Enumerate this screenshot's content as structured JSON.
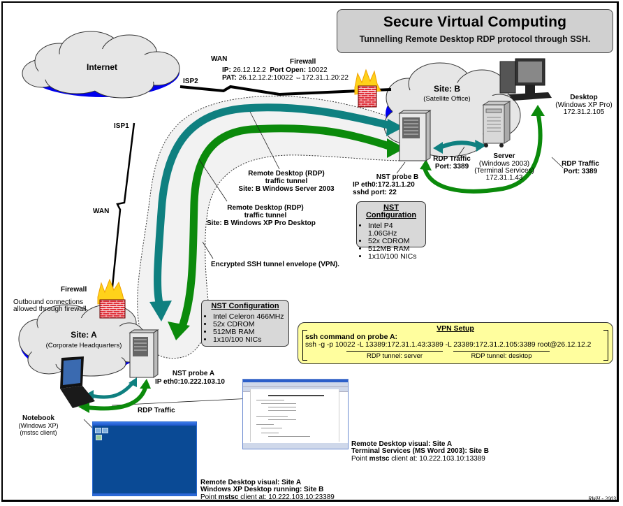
{
  "title": {
    "main": "Secure Virtual Computing",
    "subtitle": "Tunnelling Remote Desktop RDP protocol through SSH."
  },
  "internet": {
    "label": "Internet",
    "isp1": "ISP1",
    "isp2": "ISP2",
    "wan_top": "WAN",
    "wan_left": "WAN"
  },
  "firewall_b": {
    "title": "Firewall",
    "ip_key": "IP:",
    "ip_val": "26.12.12.2",
    "port_key": "Port Open:",
    "port_val": "10022",
    "pat_key": "PAT:",
    "pat_val": "26.12.12.2:10022 ⇔172.31.1.20:22"
  },
  "site_b": {
    "name": "Site: B",
    "desc": "(Satellite Office)"
  },
  "site_a": {
    "name": "Site: A",
    "desc": "(Corporate Headquarters)"
  },
  "firewall_a": {
    "title": "Firewall",
    "note1": "Outbound connections",
    "note2": "allowed through firewall"
  },
  "desktop": {
    "name": "Desktop",
    "os": "(Windows XP Pro)",
    "ip": "172.31.2.105"
  },
  "server": {
    "name": "Server",
    "os": "(Windows 2003)",
    "role": "(Terminal Services)",
    "ip": "172.31.1.43"
  },
  "rdp_b_server": {
    "l1": "RDP Traffic",
    "l2": "Port: 3389"
  },
  "rdp_b_desktop": {
    "l1": "RDP Traffic",
    "l2": "Port: 3389"
  },
  "probe_b": {
    "name": "NST probe B",
    "ip": "IP eth0:172.31.1.20",
    "sshd": "sshd port: 22",
    "config_title": "NST Configuration",
    "config": [
      "Intel P4 1.06GHz",
      "52x CDROM",
      "512MB RAM",
      "1x10/100 NICs"
    ]
  },
  "probe_a": {
    "name": "NST probe A",
    "ip": "IP eth0:10.222.103.10",
    "config_title": "NST Configuration",
    "config": [
      "Intel Celeron 466MHz",
      "52x CDROM",
      "512MB RAM",
      "1x10/100 NICs"
    ]
  },
  "tunnels": {
    "server_l1": "Remote Desktop (RDP)",
    "server_l2": "traffic tunnel",
    "server_l3": "Site: B Windows Server 2003",
    "desktop_l1": "Remote Desktop (RDP)",
    "desktop_l2": "traffic tunnel",
    "desktop_l3": "Site: B Windows XP Pro Desktop",
    "envelope": "Encrypted SSH tunnel envelope (VPN)."
  },
  "notebook": {
    "name": "Notebook",
    "os": "(Windows XP)",
    "client": "(mstsc client)",
    "rdp": "RDP Traffic"
  },
  "vpn": {
    "title": "VPN Setup",
    "line1": "ssh command on probe A:",
    "line2": "ssh -g -p 10022 -L 13389:172.31.1.43:3389 -L 23389:172.31.2.105:3389 root@26.12.12.2",
    "sub_server": "RDP tunnel: server",
    "sub_desktop": "RDP tunnel: desktop"
  },
  "visual_word": {
    "l1": "Remote Desktop visual:  Site A",
    "l2": "Terminal Services (MS Word 2003): Site B",
    "l3_pre": "Point ",
    "l3_bold": "mstsc",
    "l3_post": " client at: 10.222.103.10:13389"
  },
  "visual_xp": {
    "l1": "Remote Desktop visual: Site A",
    "l2": "Windows XP Desktop running:  Site B",
    "l3_pre": "Point ",
    "l3_bold": "mstsc",
    "l3_post": " client at: 10.222.103.10:23389"
  },
  "signature": "RWH - 2003",
  "colors": {
    "teal": "#0f8080",
    "green": "#0b8a0b",
    "cloud": "#e6e6e6",
    "cloud_shadow": "#0000ff",
    "envelope": "#f2f2f2",
    "vpn_box": "#fffe9e",
    "title_box": "#d0d0d0",
    "brick": "#e0303a"
  }
}
